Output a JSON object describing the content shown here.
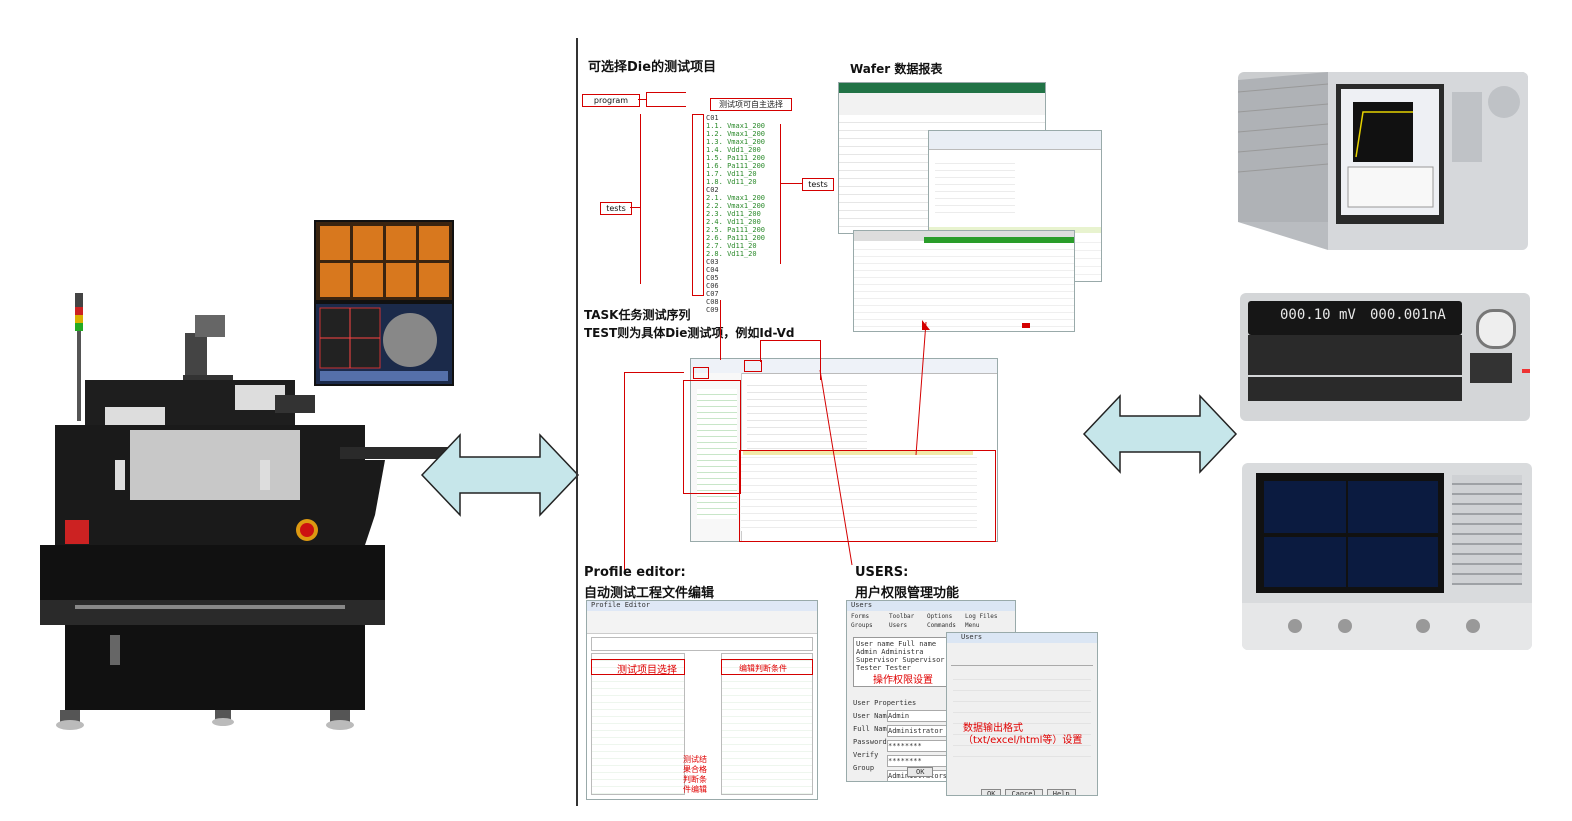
{
  "center": {
    "die_title": "可选择Die的测试项目",
    "wafer_title": "Wafer 数据报表",
    "program_label": "program",
    "tests_label": "tests",
    "tests_label_right": "tests",
    "note_label": "测试项可自主选择",
    "task_title_1": "TASK任务测试序列",
    "task_title_2": "TEST则为具体Die测试项，例如Id-Vd",
    "profile_title_1": "Profile editor:",
    "profile_title_2": "自动测试工程文件编辑",
    "users_title_1": "USERS:",
    "users_title_2": "用户权限管理功能",
    "tree_items": [
      "C01",
      "1.1. Vmax1_200",
      "1.2. Vmax1_200",
      "1.3. Vmax1_200",
      "1.4. Vdd1_200",
      "1.5. Pa111_200",
      "1.6. Pa111_200",
      "1.7. Vd11_20",
      "1.8. Vd11_20",
      "C02",
      "2.1. Vmax1_200",
      "2.2. Vmax1_200",
      "2.3. Vd11_200",
      "2.4. Vd11_200",
      "2.5. Pa111_200",
      "2.6. Pa111_200",
      "2.7. Vd11_20",
      "2.8. Vd11_20",
      "C03",
      "C04",
      "C05",
      "C06",
      "C07",
      "C08",
      "C09"
    ]
  },
  "profile_editor": {
    "window_title": "Profile Editor",
    "annotation_1": "测试项目选择",
    "annotation_2": "编辑判断条件",
    "annotation_3": "测试结果合格判断条件编辑"
  },
  "users_window": {
    "title": "Users",
    "tabs": [
      "Forms",
      "Toolbar",
      "Options",
      "Log Files",
      "Groups",
      "Users",
      "Commands",
      "Menu"
    ],
    "columns": [
      "User name",
      "Full name"
    ],
    "rows": [
      [
        "Admin",
        "Administra"
      ],
      [
        "Supervisor",
        "Supervisor"
      ],
      [
        "Tester",
        "Tester"
      ]
    ],
    "labels": [
      "User Properties",
      "User Name",
      "Full Name",
      "Password",
      "Verify",
      "Group"
    ],
    "values": [
      "Admin",
      "Administrator",
      "********",
      "********",
      "Administrators"
    ],
    "annotation": "操作权限设置",
    "ok": "OK"
  },
  "users_window_2": {
    "title": "Users",
    "annotation": "数据输出格式（txt/excel/html等）设置",
    "buttons": [
      "OK",
      "Cancel",
      "Help"
    ]
  },
  "instruments": {
    "smu_readout_1": "000.10 mV",
    "smu_readout_2": "000.001nA"
  },
  "colors": {
    "arrow_fill": "#c6e6ea",
    "arrow_stroke": "#222222",
    "annotation_red": "#d40000",
    "excel_green": "#217346"
  }
}
